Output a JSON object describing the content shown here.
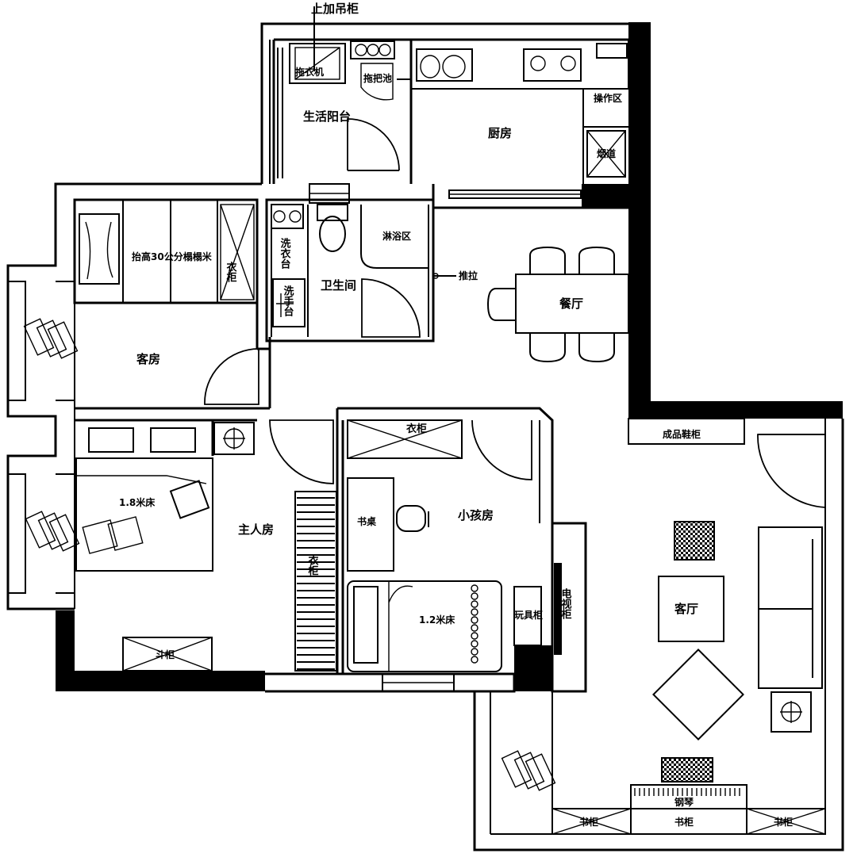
{
  "labels": {
    "top_annotation": "上加吊柜",
    "balcony": "生活阳台",
    "laundry_sink": "拖衣机",
    "utility_sink": "拖把池",
    "kitchen": "厨房",
    "work_area": "操作区",
    "flue": "烟道",
    "raised_bed": "抬高30公分榻榻米",
    "guest_room": "客房",
    "wardrobe": "衣柜",
    "bathroom": "卫生间",
    "shower": "淋浴区",
    "vanity_top": "洗衣台",
    "sink_basin": "洗手台",
    "partition": "推拉",
    "dining": "餐厅",
    "shoe_cabinet": "成品鞋柜",
    "master_bed": "1.8米床",
    "master_room": "主人房",
    "kids_room": "小孩房",
    "desk": "书桌",
    "kids_bed": "1.2米床",
    "toy_cabinet": "玩具柜",
    "tv_cabinet": "电视柜",
    "living_room": "客厅",
    "bucket_cabinet": "斗柜",
    "closet": "衣柜",
    "storage_left": "书柜",
    "storage_mid": "书柜",
    "storage_right": "书柜",
    "piano": "钢琴"
  },
  "colors": {
    "wall": "#000000",
    "background": "#ffffff"
  }
}
